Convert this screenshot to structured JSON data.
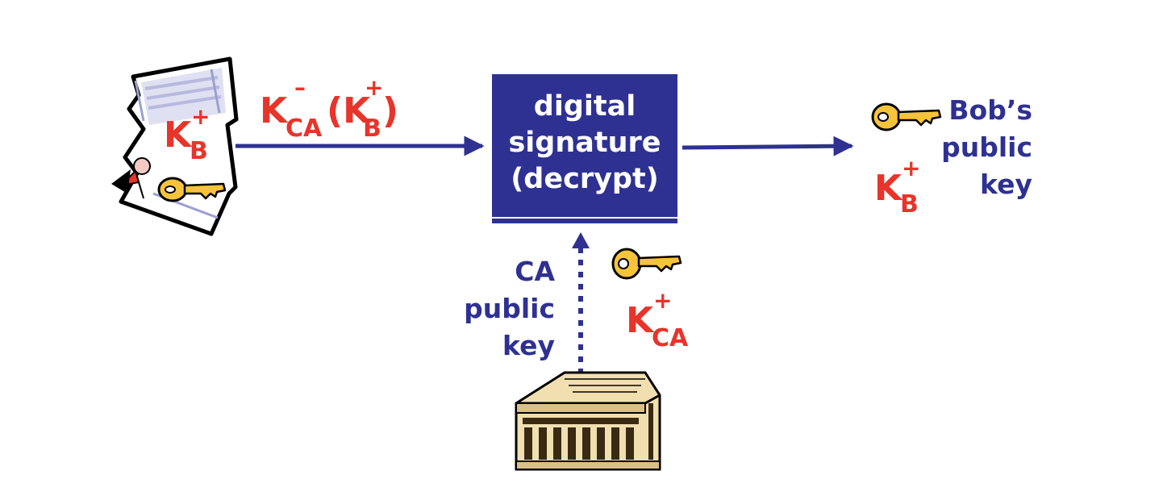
{
  "box": {
    "line1": "digital",
    "line2": "signature",
    "line3": "(decrypt)"
  },
  "certificate": {
    "key_letter": "K",
    "key_superscript": "+",
    "key_subscript": "B",
    "icons": [
      "certificate-icon",
      "ribbon-seal-icon",
      "key-icon"
    ]
  },
  "signed_cert_label": {
    "k": "K",
    "k_sup": "–",
    "k_sub": "CA",
    "paren_open": "(K",
    "inner_sup": "+",
    "inner_sub": "B",
    "paren_close": ")"
  },
  "output": {
    "label_line1": "Bob’s",
    "label_line2": "public",
    "label_line3": "key",
    "key_letter": "K",
    "key_superscript": "+",
    "key_subscript": "B"
  },
  "ca_key": {
    "label_line1": "CA",
    "label_line2": "public",
    "label_line3": "key",
    "key_letter": "K",
    "key_superscript": "+",
    "key_subscript": "CA"
  },
  "colors": {
    "accent_blue": "#2e3192",
    "key_red": "#e8342a",
    "key_gold": "#f6c33b",
    "building_tan": "#f2dfb0"
  }
}
